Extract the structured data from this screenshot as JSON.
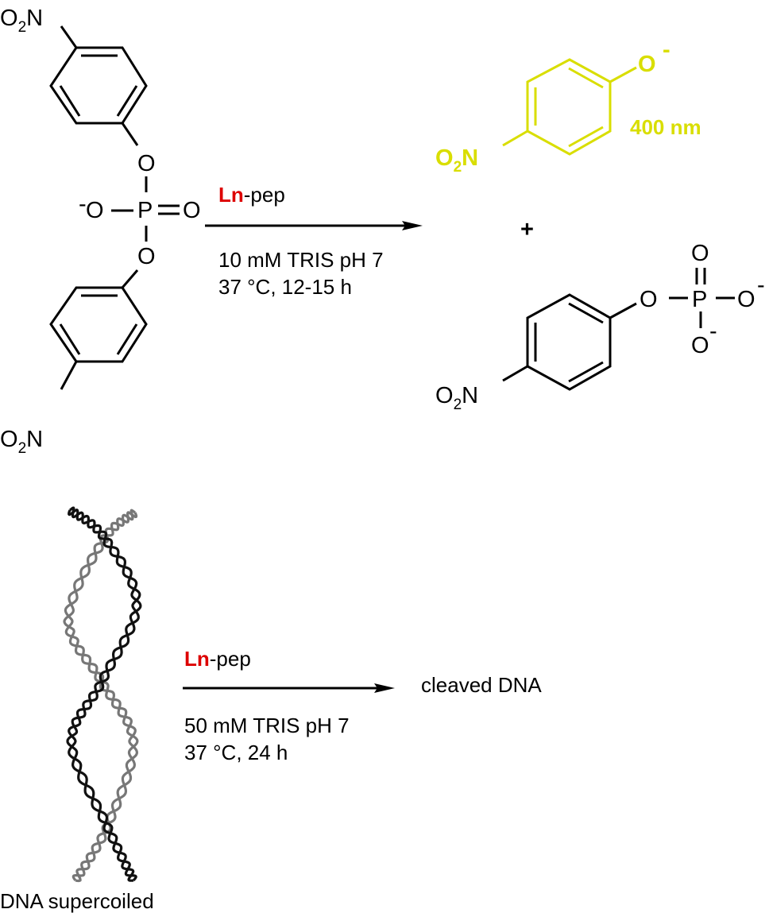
{
  "reactant": {
    "top_group": {
      "o": "O",
      "sub": "2",
      "n": "N"
    },
    "bottom_group": {
      "o": "O",
      "sub": "2",
      "n": "N"
    },
    "o_top": "O",
    "o_bottom": "O",
    "o_left": "O",
    "o_left_charge": "-",
    "p": "P",
    "o_double": "O"
  },
  "reaction1": {
    "catalyst_metal": "Ln",
    "catalyst_rest": "-pep",
    "buffer": "10 mM TRIS pH 7",
    "conditions": "37 °C, 12-15 h"
  },
  "product1": {
    "o": "O",
    "charge": "-",
    "group": {
      "o": "O",
      "sub": "2",
      "n": "N"
    },
    "wavelength": "400 nm",
    "color": "#d9de00"
  },
  "plus": "+",
  "product2": {
    "o_ester": "O",
    "p": "P",
    "o_top": "O",
    "o_right": "O",
    "o_bottom": "O",
    "charge": "-",
    "group": {
      "o": "O",
      "sub": "2",
      "n": "N"
    }
  },
  "reaction2": {
    "catalyst_metal": "Ln",
    "catalyst_rest": "-pep",
    "buffer": "50 mM TRIS pH 7",
    "conditions": "37 °C, 24 h",
    "product": "cleaved DNA",
    "substrate_label": "DNA supercoiled"
  },
  "colors": {
    "metal": "#dd0000",
    "highlight": "#d9de00",
    "strand_dark": "#111111",
    "strand_light": "#777777"
  }
}
